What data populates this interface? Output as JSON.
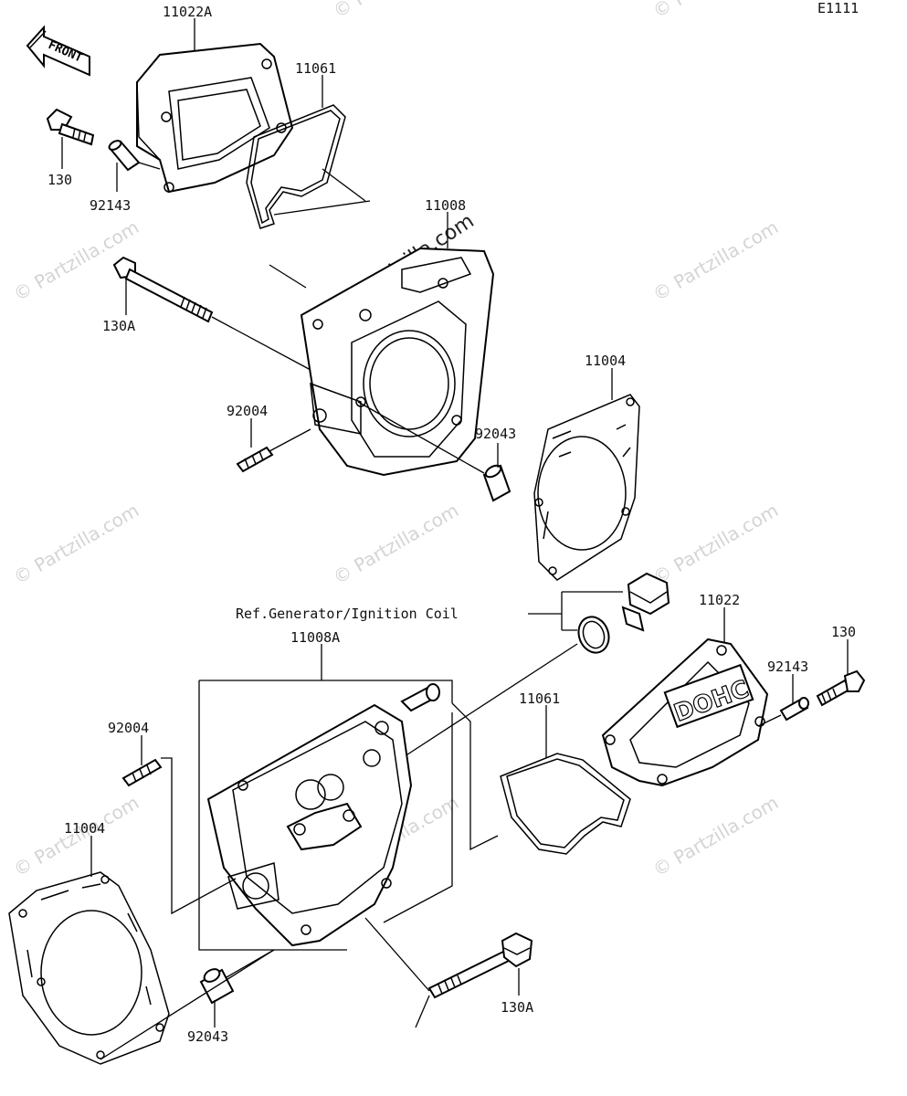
{
  "diagram_code": "E1111",
  "front_label": "FRONT",
  "ref_note": "Ref.Generator/Ignition Coil",
  "parts": {
    "p11022A": "11022A",
    "p11061_top": "11061",
    "p130_top": "130",
    "p92143_top": "92143",
    "p11008": "11008",
    "p130A_top": "130A",
    "p11004_top": "11004",
    "p92004_top": "92004",
    "p92043_top": "92043",
    "p11022": "11022",
    "p130_right": "130",
    "p92143_right": "92143",
    "p11008A": "11008A",
    "p11061_mid": "11061",
    "p92004_low": "92004",
    "p11004_low": "11004",
    "p92043_low": "92043",
    "p130A_low": "130A"
  },
  "cover_marking": "DOHC",
  "watermark": "© Partzilla.com"
}
